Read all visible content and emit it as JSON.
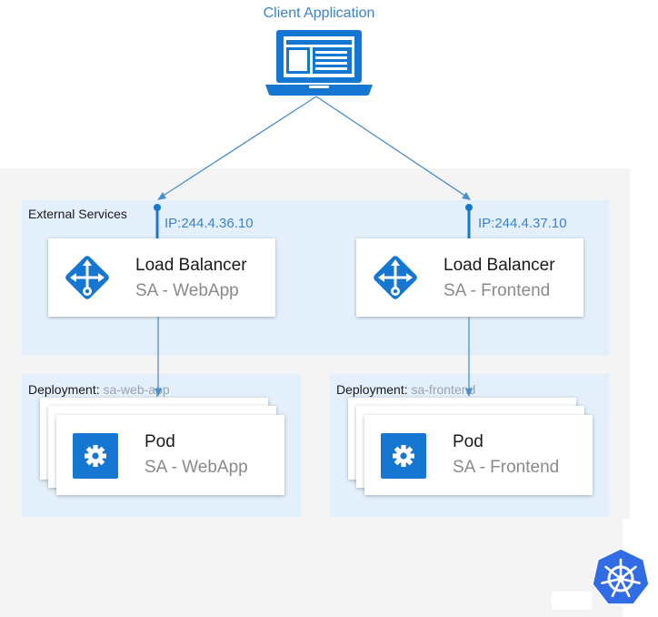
{
  "client": {
    "label": "Client Application",
    "icon": "laptop-icon"
  },
  "external_services": {
    "label": "External Services"
  },
  "load_balancers": [
    {
      "title": "Load Balancer",
      "subtitle": "SA - WebApp",
      "ip": "IP:244.4.36.10",
      "icon": "load-balancer-icon"
    },
    {
      "title": "Load Balancer",
      "subtitle": "SA - Frontend",
      "ip": "IP:244.4.37.10",
      "icon": "load-balancer-icon"
    }
  ],
  "deployments": [
    {
      "label": "Deployment:",
      "name": "sa-web-app",
      "pod_title": "Pod",
      "pod_subtitle": "SA - WebApp",
      "icon": "gear-icon"
    },
    {
      "label": "Deployment:",
      "name": "sa-frontend",
      "pod_title": "Pod",
      "pod_subtitle": "SA - Frontend",
      "icon": "gear-icon"
    }
  ],
  "logo": {
    "icon": "kubernetes-logo-icon"
  },
  "colors": {
    "accent": "#1677d2",
    "line": "#4a8fd0",
    "region_bg": "#e3f0fb",
    "cluster_bg": "#f4f4f4"
  }
}
